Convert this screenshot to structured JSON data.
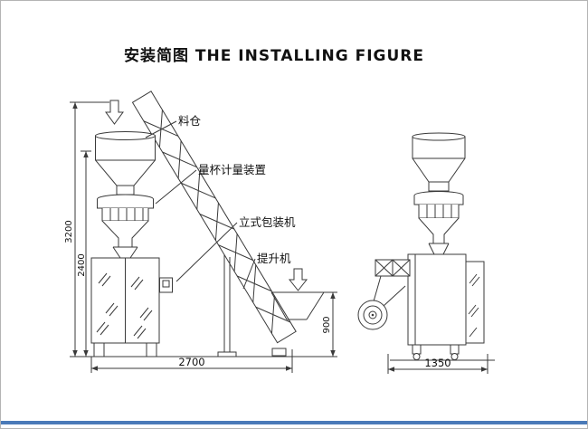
{
  "title": "安装简图 THE INSTALLING FIGURE",
  "callouts": {
    "hopper": "料仓",
    "measuring_device": "量杯计量装置",
    "packing_machine": "立式包装机",
    "elevator": "提升机"
  },
  "dimensions": {
    "total_height": "3200",
    "machine_height": "2400",
    "front_width": "2700",
    "feed_hopper_height": "900",
    "side_width": "1350"
  },
  "colors": {
    "line": "#3a3a3a",
    "accent_bar": "#4a7ab8"
  }
}
